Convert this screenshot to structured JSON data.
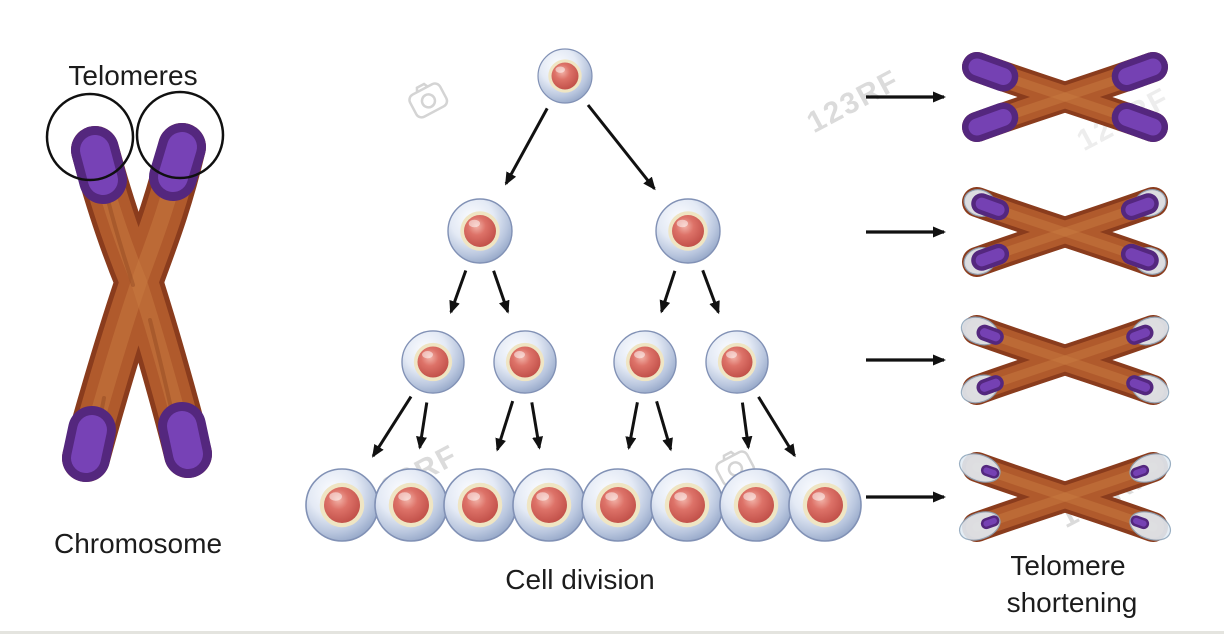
{
  "labels": {
    "telomeres": "Telomeres",
    "chromosome": "Chromosome",
    "cell_division": "Cell division",
    "telomere_shortening_line1": "Telomere",
    "telomere_shortening_line2": "shortening"
  },
  "watermark": {
    "text": "123RF"
  },
  "colors": {
    "chromosome_body": "#b05a2c",
    "chromosome_shadow": "#8a3c1d",
    "chromosome_highlight": "#c87a40",
    "telomere_purple": "#6b37a8",
    "telomere_depleted": "#e2ecf4",
    "cell_membrane": "#8fa2c4",
    "cell_cytoplasm": "#e4eaf5",
    "cell_nucleus": "#cc564e",
    "arrow": "#111111",
    "label_text": "#1c1c1c",
    "watermark_gray": "#d0d0d0"
  },
  "structure": {
    "cell_rows": [
      1,
      2,
      4,
      8
    ],
    "shortening_stage_count": 4,
    "telomere_relative_length": [
      1.0,
      0.6,
      0.35,
      0.15
    ]
  }
}
